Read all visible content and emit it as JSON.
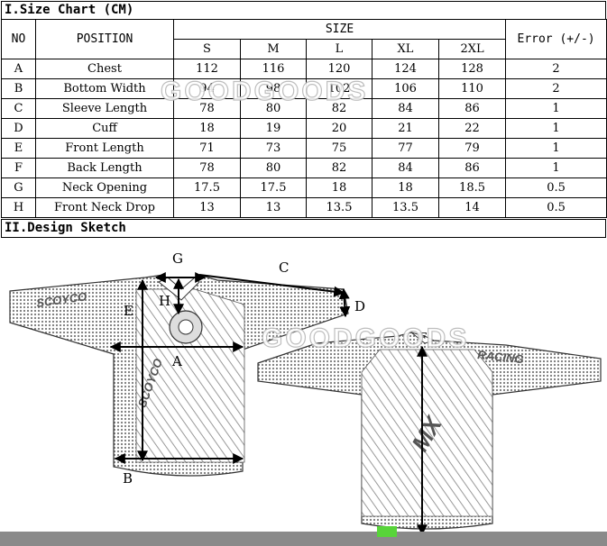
{
  "section1": {
    "title": "I.Size Chart (CM)"
  },
  "table": {
    "no_header": "NO",
    "position_header": "POSITION",
    "size_header": "SIZE",
    "error_header": "Error (+/-)",
    "sizes": [
      "S",
      "M",
      "L",
      "XL",
      "2XL"
    ],
    "rows": [
      {
        "no": "A",
        "position": "Chest",
        "values": [
          "112",
          "116",
          "120",
          "124",
          "128"
        ],
        "error": "2"
      },
      {
        "no": "B",
        "position": "Bottom Width",
        "values": [
          "94",
          "98",
          "102",
          "106",
          "110"
        ],
        "error": "2"
      },
      {
        "no": "C",
        "position": "Sleeve Length",
        "values": [
          "78",
          "80",
          "82",
          "84",
          "86"
        ],
        "error": "1"
      },
      {
        "no": "D",
        "position": "Cuff",
        "values": [
          "18",
          "19",
          "20",
          "21",
          "22"
        ],
        "error": "1"
      },
      {
        "no": "E",
        "position": "Front Length",
        "values": [
          "71",
          "73",
          "75",
          "77",
          "79"
        ],
        "error": "1"
      },
      {
        "no": "F",
        "position": "Back Length",
        "values": [
          "78",
          "80",
          "82",
          "84",
          "86"
        ],
        "error": "1"
      },
      {
        "no": "G",
        "position": "Neck Opening",
        "values": [
          "17.5",
          "17.5",
          "18",
          "18",
          "18.5"
        ],
        "error": "0.5"
      },
      {
        "no": "H",
        "position": "Front Neck Drop",
        "values": [
          "13",
          "13",
          "13.5",
          "13.5",
          "14"
        ],
        "error": "0.5"
      }
    ]
  },
  "section2": {
    "title": "II.Design Sketch"
  },
  "watermark": {
    "text1": "GOODGOODS",
    "text2": "GOODGOODS"
  },
  "sketch": {
    "labels": {
      "a": "A",
      "b": "B",
      "c": "C",
      "d": "D",
      "e": "E",
      "f": "F",
      "g": "G",
      "h": "H"
    },
    "front_brand": "SCOYCO",
    "back_brand": "RACING",
    "back_graphic": "MX"
  },
  "colors": {
    "accent_green": "#58d43a",
    "bar_gray": "#8a8a8a"
  }
}
